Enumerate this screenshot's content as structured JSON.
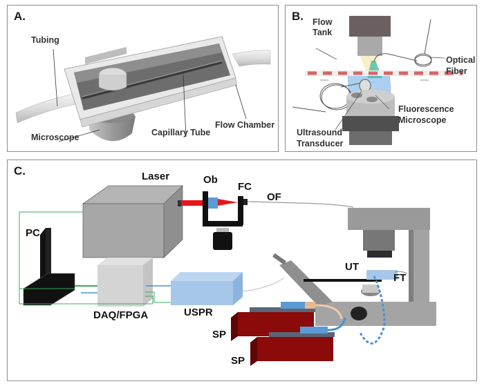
{
  "panels": {
    "a": {
      "label": "A.",
      "callouts": {
        "tubing": "Tubing",
        "microscope": "Microscope",
        "capillary_tube": "Capillary Tube",
        "flow_chamber": "Flow Chamber"
      }
    },
    "b": {
      "label": "B.",
      "callouts": {
        "flow_tank_line1": "Flow",
        "flow_tank_line2": "Tank",
        "optical_fiber_line1": "Optical",
        "optical_fiber_line2": "Fiber",
        "fluorescence_line1": "Fluorescence",
        "fluorescence_line2": "Microscope",
        "ultrasound_line1": "Ultrasound",
        "ultrasound_line2": "Transducer"
      }
    },
    "c": {
      "label": "C.",
      "callouts": {
        "laser": "Laser",
        "objective": "Ob",
        "fiber_coupler": "FC",
        "optical_fiber": "OF",
        "pc": "PC",
        "daq": "DAQ/FPGA",
        "uspr": "USPR",
        "ultrasound_transducer": "UT",
        "flow_tank": "FT",
        "syringe_pump_1": "SP",
        "syringe_pump_2": "SP"
      }
    }
  },
  "colors": {
    "laser_beam": "#e8161b",
    "objective_lens": "#5b9bd5",
    "uspr_box": "#a7c7ea",
    "syringe_pump": "#8b0a0a",
    "signal_line_green": "#3aa85a",
    "signal_line_blue": "#4a8fd6",
    "flow_tank_glass": "#8fc0ea"
  }
}
